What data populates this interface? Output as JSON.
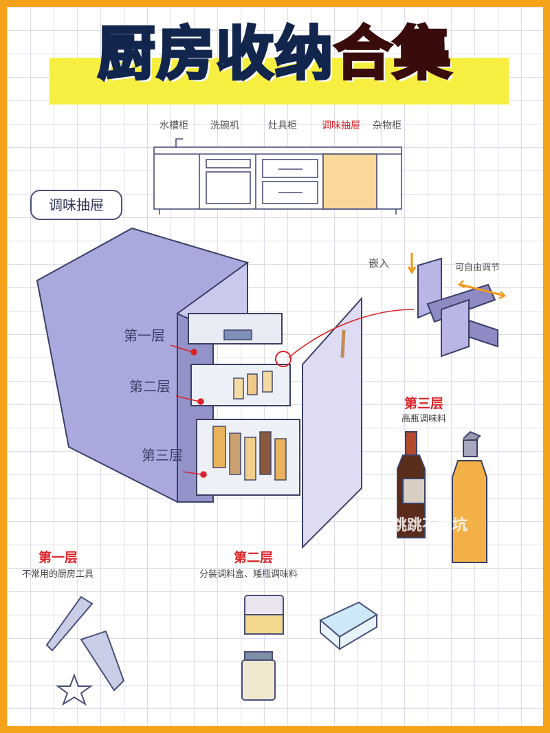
{
  "title": {
    "part1": "厨房收纳",
    "part2": "合集"
  },
  "cabinet_labels": [
    "水槽柜",
    "洗碗机",
    "灶具柜",
    "调味抽屉",
    "杂物柜"
  ],
  "pill_label": "调味抽屉",
  "annotations": {
    "insert": "嵌入",
    "adjustable": "可自由调节"
  },
  "layers": {
    "first": {
      "tag": "第一层",
      "title": "第一层",
      "desc": "不常用的厨房工具"
    },
    "second": {
      "tag": "第二层",
      "title": "第二层",
      "desc": "分装调料盒、矮瓶调味料"
    },
    "third": {
      "tag": "第三层",
      "title": "第三层",
      "desc": "高瓶调味料"
    }
  },
  "watermark": "跳跳不踩坑",
  "colors": {
    "border": "#f5a21b",
    "title_blue": "#1c63c4",
    "title_red": "#e3272b",
    "highlight": "#d8242a",
    "band": "#f6ee40"
  }
}
